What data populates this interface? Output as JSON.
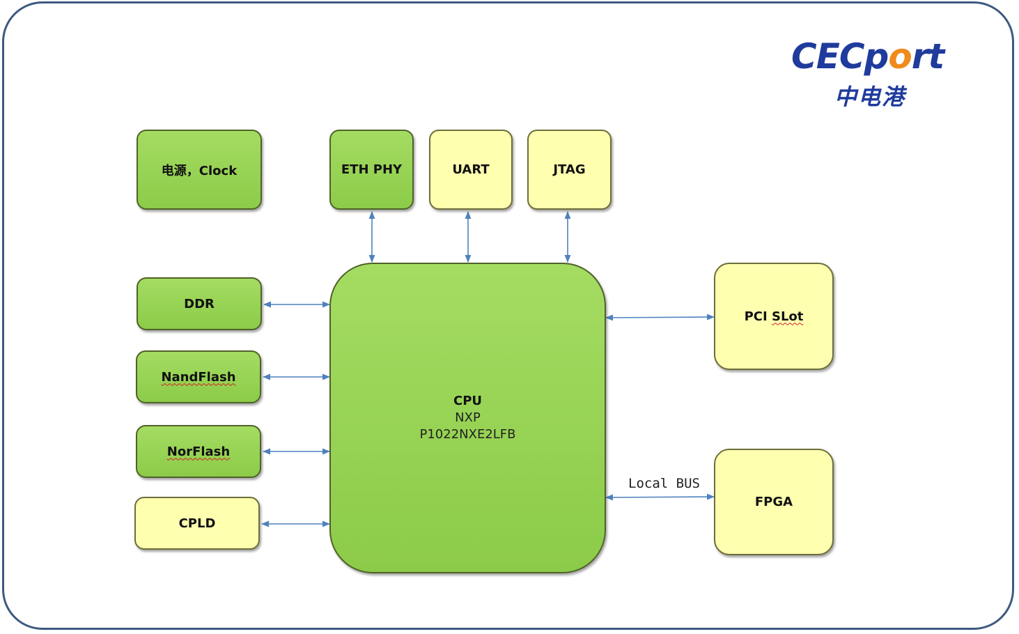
{
  "logo": {
    "brand_prefix": "CEC",
    "brand_o": "o",
    "brand_p": "p",
    "brand_suffix": "rt",
    "brand_cn": "中电港",
    "colors": {
      "primary": "#1f3b9c",
      "accent": "#f08a1c"
    }
  },
  "blocks": {
    "power_clock": {
      "label": "电源，Clock",
      "color": "green"
    },
    "eth_phy": {
      "label": "ETH PHY",
      "color": "green"
    },
    "uart": {
      "label": "UART",
      "color": "yellow"
    },
    "jtag": {
      "label": "JTAG",
      "color": "yellow"
    },
    "ddr": {
      "label": "DDR",
      "color": "green"
    },
    "nandflash": {
      "label": "NandFlash",
      "color": "green"
    },
    "norflash": {
      "label": "NorFlash",
      "color": "green"
    },
    "cpld": {
      "label": "CPLD",
      "color": "yellow"
    },
    "cpu": {
      "title": "CPU",
      "vendor": "NXP",
      "part": "P1022NXE2LFB",
      "color": "green"
    },
    "pci_slot": {
      "label_a": "PCI ",
      "label_b": "SLot",
      "color": "yellow"
    },
    "fpga": {
      "label": "FPGA",
      "color": "yellow"
    }
  },
  "connections": {
    "local_bus_label": "Local BUS",
    "items": [
      {
        "from": "ETH PHY",
        "to": "CPU",
        "bidirectional": true
      },
      {
        "from": "UART",
        "to": "CPU",
        "bidirectional": true
      },
      {
        "from": "JTAG",
        "to": "CPU",
        "bidirectional": true
      },
      {
        "from": "DDR",
        "to": "CPU",
        "bidirectional": true
      },
      {
        "from": "NandFlash",
        "to": "CPU",
        "bidirectional": true
      },
      {
        "from": "NorFlash",
        "to": "CPU",
        "bidirectional": true
      },
      {
        "from": "CPLD",
        "to": "CPU",
        "bidirectional": true
      },
      {
        "from": "CPU",
        "to": "PCI SLot",
        "bidirectional": true
      },
      {
        "from": "CPU",
        "to": "FPGA",
        "bidirectional": true
      }
    ],
    "arrow_color": "#4f81bd"
  },
  "colors": {
    "green_fill": "#92d050",
    "yellow_fill": "#ffffb0",
    "frame_border": "#3d5a80"
  }
}
